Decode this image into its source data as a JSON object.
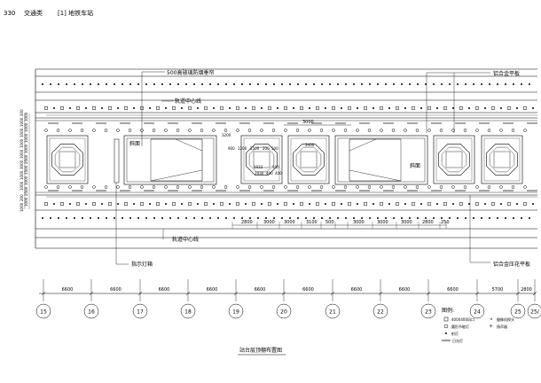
{
  "header": {
    "page_number": "330",
    "category": "交通类",
    "subcategory": "[1] 地铁车站"
  },
  "callouts": {
    "glass_curtain": "500高玻璃防烟垂帘",
    "track_center_top": "轨道中心线",
    "track_center_bottom": "轨道中心线",
    "sign_box": "指示灯箱",
    "alu_panel_top": "铝合金平板",
    "alu_panel_bottom": "铝合金压花平板",
    "stair_left": "斜面",
    "stair_right": "斜面"
  },
  "dimensions": {
    "top_3000": "3000",
    "left_edge": [
      "200",
      "1000",
      "1000",
      "1000",
      "1000",
      "1000",
      "1000",
      "1000",
      "1000",
      "2500",
      "3000",
      "1500",
      "1000",
      "1000",
      "1000",
      "2500",
      "200",
      "1000",
      "1000"
    ],
    "mid_labels": [
      "3200",
      "900",
      "1200",
      "2500",
      "200",
      "500",
      "3400",
      "1930",
      "400",
      "400",
      "1933",
      "400"
    ],
    "bottom_left": [
      "2800",
      "3000",
      "3000",
      "3100",
      "500"
    ],
    "bottom_right": [
      "3000",
      "3000",
      "3000",
      "2800",
      "250"
    ],
    "bay_spacings": [
      "6600",
      "6600",
      "6600",
      "6600",
      "6600",
      "6600",
      "6600",
      "6600",
      "6600",
      "5700",
      "2800"
    ]
  },
  "axes": [
    "15",
    "16",
    "17",
    "18",
    "19",
    "20",
    "21",
    "22",
    "23",
    "24",
    "25",
    "25/"
  ],
  "legend": {
    "title": "图例:",
    "items": [
      {
        "icon": "square-vent-icon",
        "label": "400X400风口"
      },
      {
        "icon": "circle-light-icon",
        "label": "圆形节能灯"
      },
      {
        "icon": "dot-spotlight-icon",
        "label": "射灯"
      },
      {
        "icon": "line-fluorescent-icon",
        "label": "日光灯"
      },
      {
        "icon": "camera-icon",
        "label": "摄像机探头"
      },
      {
        "icon": "speaker-icon",
        "label": "扬声器"
      }
    ]
  },
  "drawing_title": "站台层顶棚布置图"
}
